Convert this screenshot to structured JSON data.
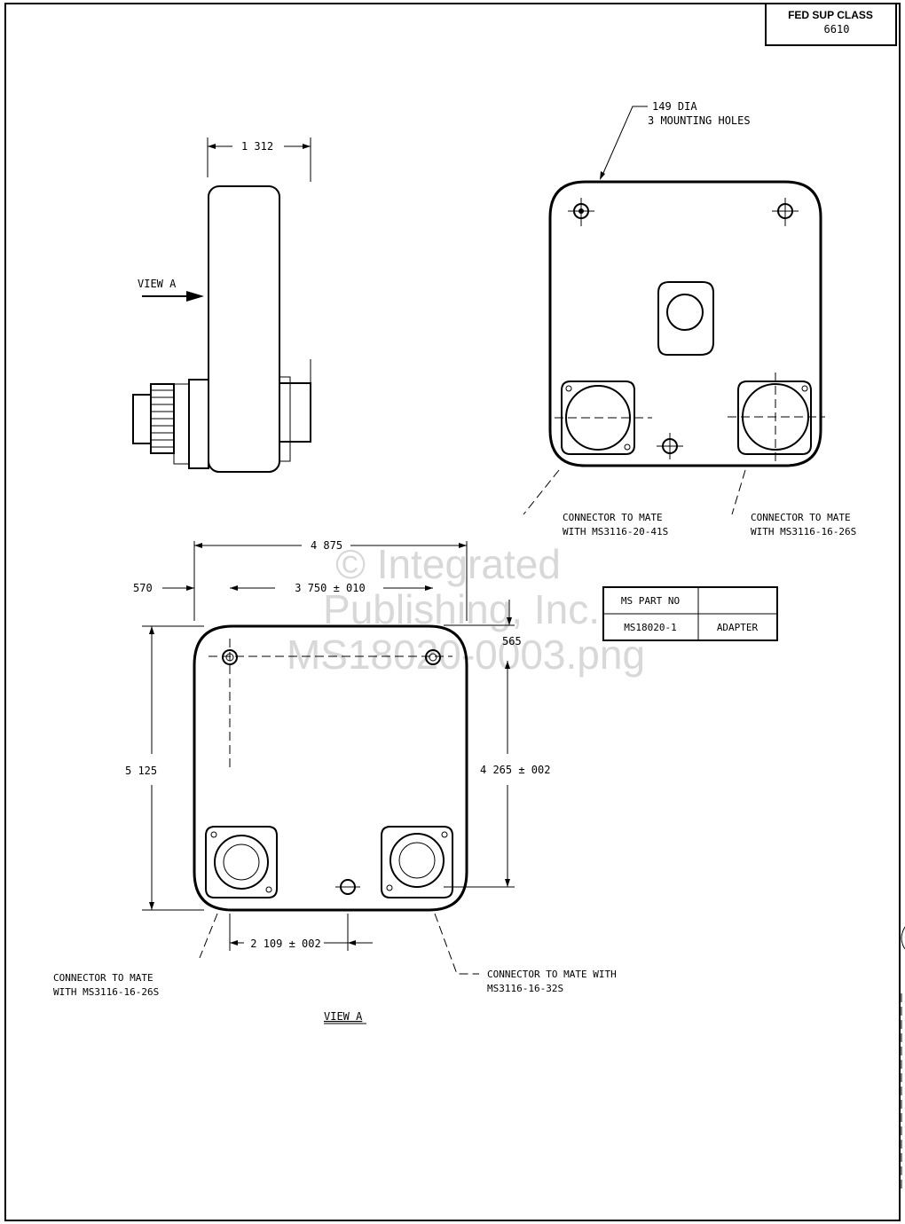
{
  "title_block": {
    "label": "FED SUP CLASS",
    "value": "6610"
  },
  "side_view": {
    "width_dim": "1 312",
    "view_arrow_label": "VIEW A"
  },
  "top_view": {
    "mounting_note_line1": "149 DIA",
    "mounting_note_line2": "3 MOUNTING HOLES",
    "connector_left_line1": "CONNECTOR TO MATE",
    "connector_left_line2": "WITH MS3116-20-41S",
    "connector_right_line1": "CONNECTOR TO MATE",
    "connector_right_line2": "WITH MS3116-16-26S"
  },
  "view_a": {
    "overall_width": "4 875",
    "left_offset": "570",
    "hole_spacing": "3 750 ± 010",
    "top_offset": "565",
    "overall_height": "5 125",
    "hole_vertical": "4 265 ± 002",
    "bottom_spacing": "2 109 ± 002",
    "connector_left_line1": "CONNECTOR TO MATE",
    "connector_left_line2": "WITH MS3116-16-26S",
    "connector_right_line1": "CONNECTOR TO MATE WITH",
    "connector_right_line2": "MS3116-16-32S",
    "caption": "VIEW A"
  },
  "parts_table": {
    "header_col1": "MS PART NO",
    "header_col2": "",
    "row_col1": "MS18020-1",
    "row_col2": "ADAPTER"
  },
  "watermark": {
    "line1": "© Integrated",
    "line2": "Publishing, Inc.",
    "line3": "MS18020-0003.png"
  }
}
